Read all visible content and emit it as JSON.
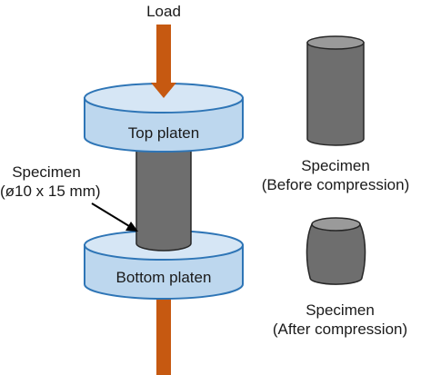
{
  "load_label": "Load",
  "top_platen_label": "Top platen",
  "bottom_platen_label": "Bottom platen",
  "specimen_callout": {
    "line1": "Specimen",
    "line2": "(ø10 x 15 mm)"
  },
  "before_label": {
    "line1": "Specimen",
    "line2": "(Before compression)"
  },
  "after_label": {
    "line1": "Specimen",
    "line2": "(After compression)"
  },
  "colors": {
    "load_rod": "#c65911",
    "platen_fill": "#bdd7ee",
    "platen_top_face": "#d6e6f5",
    "platen_stroke": "#2e75b6",
    "specimen_fill": "#6e6e6e",
    "specimen_top": "#9a9a9a",
    "specimen_stroke": "#262626",
    "arrow": "#000000"
  }
}
